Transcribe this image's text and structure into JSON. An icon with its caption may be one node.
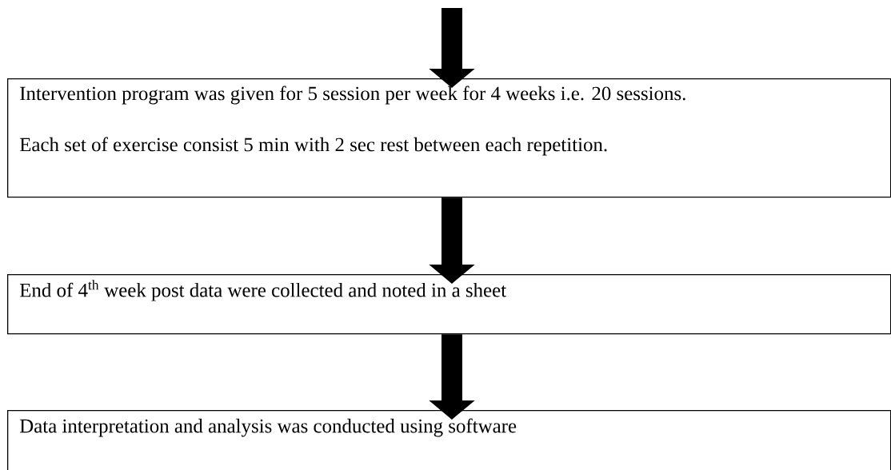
{
  "diagram": {
    "nodes": [
      {
        "text": [
          "Intervention program was given for 5 session per week for 4 weeks i.e. 20 sessions.",
          "Each set of exercise consist 5 min with 2 sec rest between each repetition."
        ]
      },
      {
        "text": [
          "End of 4$^{th}$ week post data were collected and noted in a sheet"
        ]
      },
      {
        "text": [
          "Data interpretation and analysis was conducted using software"
        ]
      }
    ],
    "edges": [
      {
        "from": null,
        "to": 0,
        "arrow": "to"
      },
      {
        "from": 0,
        "to": 1,
        "arrow": "to"
      },
      {
        "from": 1,
        "to": 2,
        "arrow": "to"
      }
    ]
  }
}
